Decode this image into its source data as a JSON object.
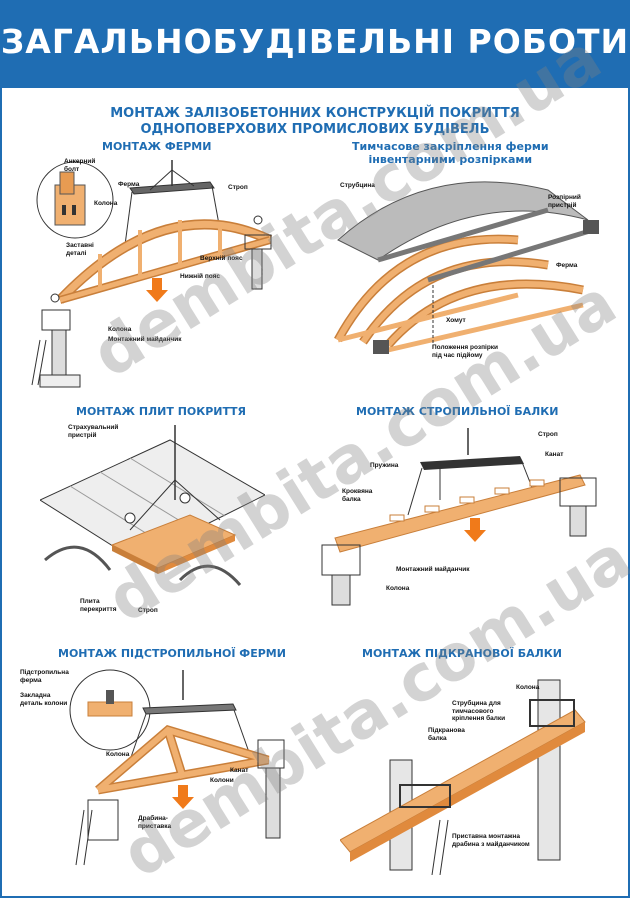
{
  "header": {
    "title": "ЗАГАЛЬНОБУДІВЕЛЬНІ РОБОТИ"
  },
  "subtitle": {
    "line1": "МОНТАЖ ЗАЛІЗОБЕТОННИХ КОНСТРУКЦІЙ ПОКРИТТЯ",
    "line2": "ОДНОПОВЕРХОВИХ ПРОМИСЛОВИХ БУДІВЕЛЬ"
  },
  "sections": {
    "truss": {
      "title": "МОНТАЖ ФЕРМИ",
      "labels": {
        "anchor_bolt": "Анкерний\nболт",
        "truss": "Ферма",
        "column": "Колона",
        "sling": "Строп",
        "embedded": "Заставні\nдеталі",
        "upper_chord": "Верхній пояс",
        "lower_chord": "Нижній пояс",
        "column2": "Колона",
        "platform": "Монтажний майданчик"
      }
    },
    "temp": {
      "title": "Тимчасове закріплення ферми\nінвентарними розпірками",
      "labels": {
        "clamp": "Струбцина",
        "spacer": "Розпірний\nпристрій",
        "truss": "Ферма",
        "collar": "Хомут",
        "position": "Положення розпірки\nпід час підйому"
      }
    },
    "slabs": {
      "title": "МОНТАЖ ПЛИТ ПОКРИТТЯ",
      "labels": {
        "safety": "Страхувальний\nпристрій",
        "slab": "Плита\nперекриття",
        "sling": "Строп"
      }
    },
    "rafter": {
      "title": "МОНТАЖ СТРОПИЛЬНОЇ БАЛКИ",
      "labels": {
        "sling": "Строп",
        "spring": "Пружина",
        "rope": "Канат",
        "roof_beam": "Кроквяна\nбалка",
        "platform": "Монтажний майданчик",
        "column": "Колона"
      }
    },
    "subrafter": {
      "title": "МОНТАЖ ПІДСТРОПИЛЬНОЇ ФЕРМИ",
      "labels": {
        "subtruss": "Підстропильна\nферма",
        "embedded": "Закладна\nдеталь колони",
        "column": "Колона",
        "rope": "Канат",
        "columns": "Колони",
        "ladder": "Драбина-\nприставка"
      }
    },
    "crane": {
      "title": "МОНТАЖ ПІДКРАНОВОЇ БАЛКИ",
      "labels": {
        "column": "Колона",
        "clamp": "Струбцина для\nтимчасового\nкріплення балки",
        "beam": "Підкранова\nбалка",
        "ladder": "Приставна монтажна\nдрабина з майданчиком"
      }
    }
  },
  "watermark": "dembita.com.ua",
  "colors": {
    "accent": "#1f6db3",
    "wood": "#f0b070",
    "wood_dark": "#c97f3a",
    "arrow": "#f07a1a"
  }
}
